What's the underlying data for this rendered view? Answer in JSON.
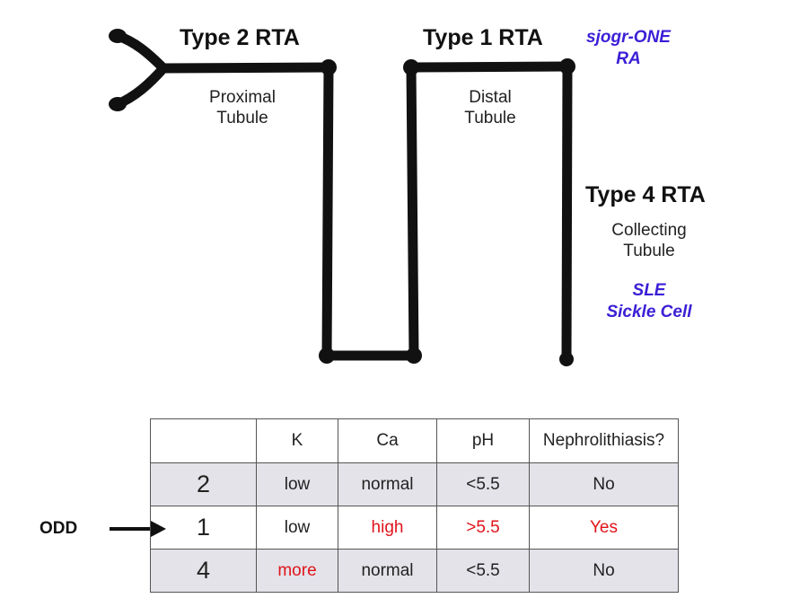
{
  "labels": {
    "type2": "Type 2 RTA",
    "type1": "Type 1 RTA",
    "type4": "Type 4 RTA",
    "proximal_line1": "Proximal",
    "proximal_line2": "Tubule",
    "distal_line1": "Distal",
    "distal_line2": "Tubule",
    "collecting_line1": "Collecting",
    "collecting_line2": "Tubule"
  },
  "associations": {
    "type1_line1": "sjogr-ONE",
    "type1_line2": "RA",
    "type4_line1": "SLE",
    "type4_line2": "Sickle Cell"
  },
  "colors": {
    "ink": "#111111",
    "association": "#3a1fd6",
    "highlight": "#e0141b",
    "row_shade": "#e3e3e9"
  },
  "table": {
    "headers": [
      "",
      "K",
      "Ca",
      "pH",
      "Nephrolithiasis?"
    ],
    "rows": [
      {
        "type": "2",
        "k": "low",
        "ca": "normal",
        "ph": "<5.5",
        "stones": "No"
      },
      {
        "type": "1",
        "k": "low",
        "ca": "high",
        "ph": ">5.5",
        "stones": "Yes"
      },
      {
        "type": "4",
        "k": "more",
        "ca": "normal",
        "ph": "<5.5",
        "stones": "No"
      }
    ]
  },
  "odd_label": "ODD"
}
